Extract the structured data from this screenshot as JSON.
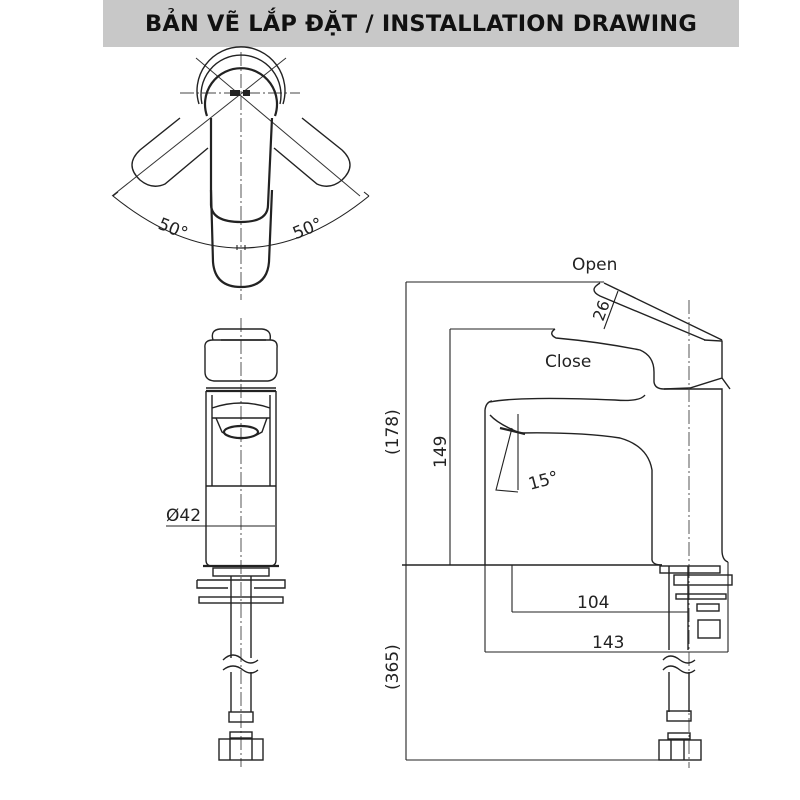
{
  "header": {
    "title": "BẢN VẼ LẮP ĐẶT / INSTALLATION DRAWING",
    "background": "#c8c8c8"
  },
  "top_view": {
    "angle_left": "50°",
    "angle_right": "50°"
  },
  "front_view": {
    "diameter_label": "Ø42"
  },
  "side_view": {
    "open_label": "Open",
    "close_label": "Close",
    "handle_angle": "26",
    "spout_angle": "15°",
    "total_height": "(178)",
    "spout_height": "149",
    "spout_reach": "104",
    "total_length": "143",
    "hose_length": "(365)"
  },
  "colors": {
    "line": "#222222",
    "header_text": "#111111"
  }
}
